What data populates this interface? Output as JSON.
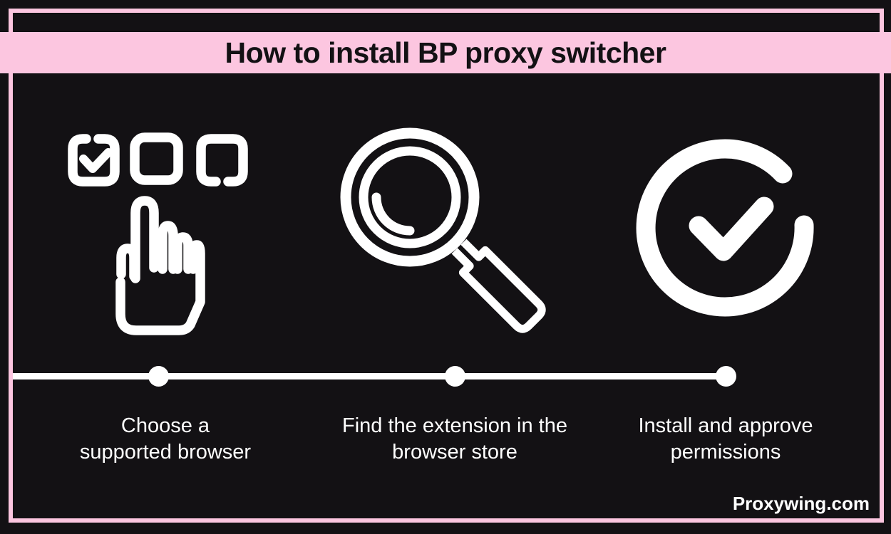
{
  "header": {
    "title": "How to install BP proxy switcher"
  },
  "steps": [
    {
      "icon": "browser-choice-hand-icon",
      "line1": "Choose a",
      "line2": "supported browser"
    },
    {
      "icon": "magnifier-search-icon",
      "line1": "Find the extension in the",
      "line2": "browser store"
    },
    {
      "icon": "check-circle-icon",
      "line1": "Install and approve",
      "line2": "permissions"
    }
  ],
  "footer": {
    "brand": "Proxywing.com"
  },
  "colors": {
    "background": "#131114",
    "accent_pink": "#fcc6e0",
    "title_text": "#131114",
    "text_light": "#ffffff"
  }
}
